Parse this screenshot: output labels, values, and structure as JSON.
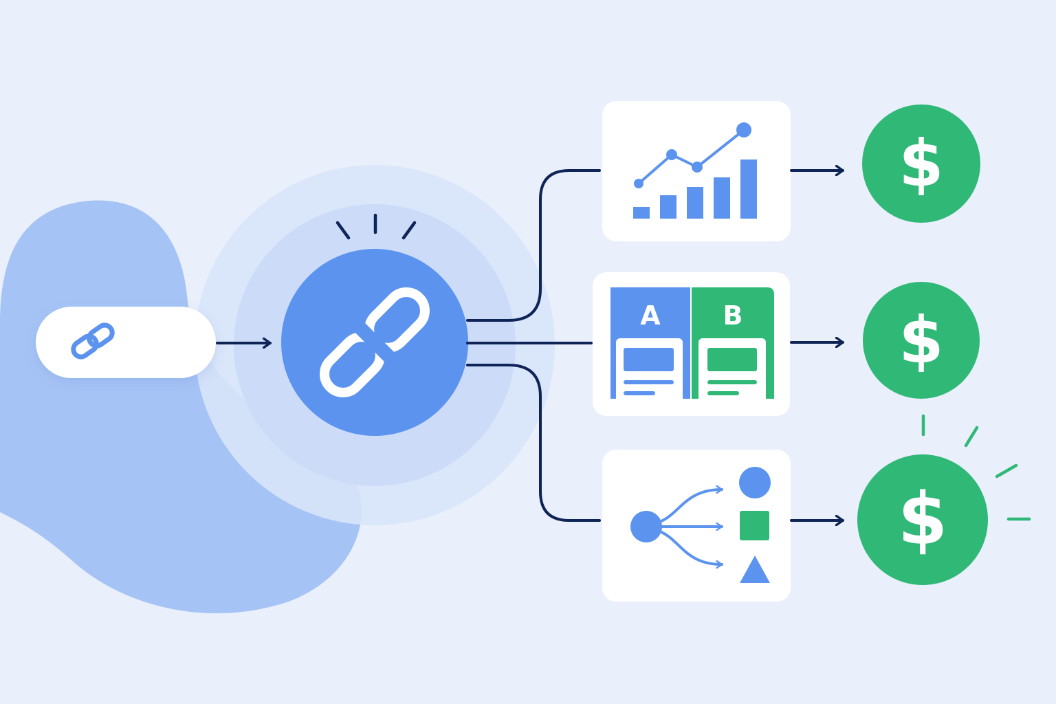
{
  "colors": {
    "background": "#e9effb",
    "blob": "#a6c3f5",
    "halo_outer": "#d8e4fa",
    "halo_inner": "#ccdcf8",
    "primary_blue": "#5b93ee",
    "navy": "#0f2456",
    "green": "#30b877",
    "card": "#ffffff"
  },
  "source": {
    "icon": "link-icon"
  },
  "hub": {
    "icon": "broken-link-icon"
  },
  "cards": [
    {
      "id": "analytics",
      "icon": "growth-chart-icon"
    },
    {
      "id": "ab-test",
      "icon": "ab-test-icon",
      "label_a": "A",
      "label_b": "B"
    },
    {
      "id": "routing",
      "icon": "branching-icon"
    }
  ],
  "outcomes": [
    {
      "icon": "dollar-icon",
      "label": "$"
    },
    {
      "icon": "dollar-icon",
      "label": "$"
    },
    {
      "icon": "dollar-icon",
      "label": "$",
      "highlighted": true
    }
  ]
}
